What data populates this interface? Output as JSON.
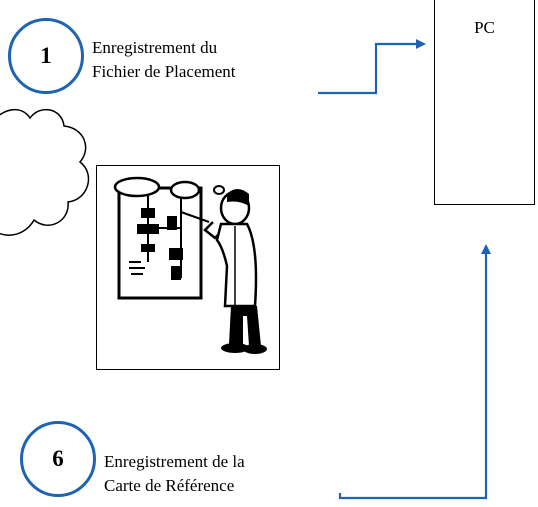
{
  "step1": {
    "number": "1",
    "line1": "Enregistrement du",
    "line2": "Fichier de Placement"
  },
  "pc": {
    "label": "PC"
  },
  "step6": {
    "number": "6",
    "line1": "Enregistrement de la",
    "line2": "Carte de Référence"
  },
  "colors": {
    "accent": "#1f63b3",
    "ink": "#000000"
  },
  "icons": {
    "cloud": "cloud-icon",
    "engineer": "engineer-clipart-icon"
  }
}
